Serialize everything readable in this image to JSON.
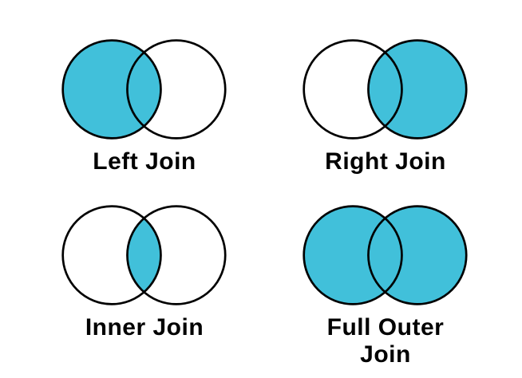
{
  "page": {
    "background": "#ffffff",
    "description": "SQL join types illustrated as two-circle Venn diagrams in a 2x2 grid"
  },
  "colors": {
    "fill": "#41c0da",
    "stroke": "#000000",
    "text": "#000000",
    "empty": "#ffffff"
  },
  "diagrams": [
    {
      "label": "Left Join",
      "filled_region": "left"
    },
    {
      "label": "Right Join",
      "filled_region": "right"
    },
    {
      "label": "Inner Join",
      "filled_region": "inner"
    },
    {
      "label": "Full Outer Join",
      "filled_region": "both"
    }
  ]
}
